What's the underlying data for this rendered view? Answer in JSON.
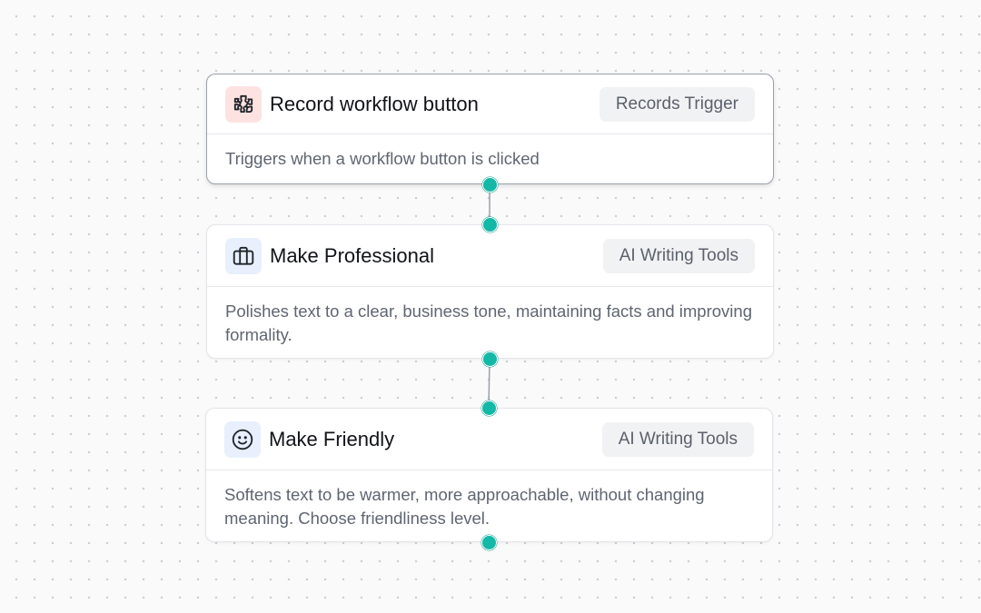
{
  "nodes": [
    {
      "title": "Record workflow button",
      "badge": "Records Trigger",
      "description": "Triggers when a workflow button is clicked",
      "icon": "puzzle-icon",
      "icon_bg": "#fde2e2",
      "selected": true
    },
    {
      "title": "Make Professional",
      "badge": "AI Writing Tools",
      "description": "Polishes text to a clear, business tone, maintaining facts and improving formality.",
      "icon": "briefcase-icon",
      "icon_bg": "#e7f0fc",
      "selected": false
    },
    {
      "title": "Make Friendly",
      "badge": "AI Writing Tools",
      "description": "Softens text to be warmer, more approachable, without changing meaning. Choose friendliness level.",
      "icon": "smiley-icon",
      "icon_bg": "#e7f0fc",
      "selected": false
    }
  ],
  "colors": {
    "handle": "#14b8a6",
    "edge": "#9aa0ab",
    "canvas_dot": "#c9cdd3"
  }
}
